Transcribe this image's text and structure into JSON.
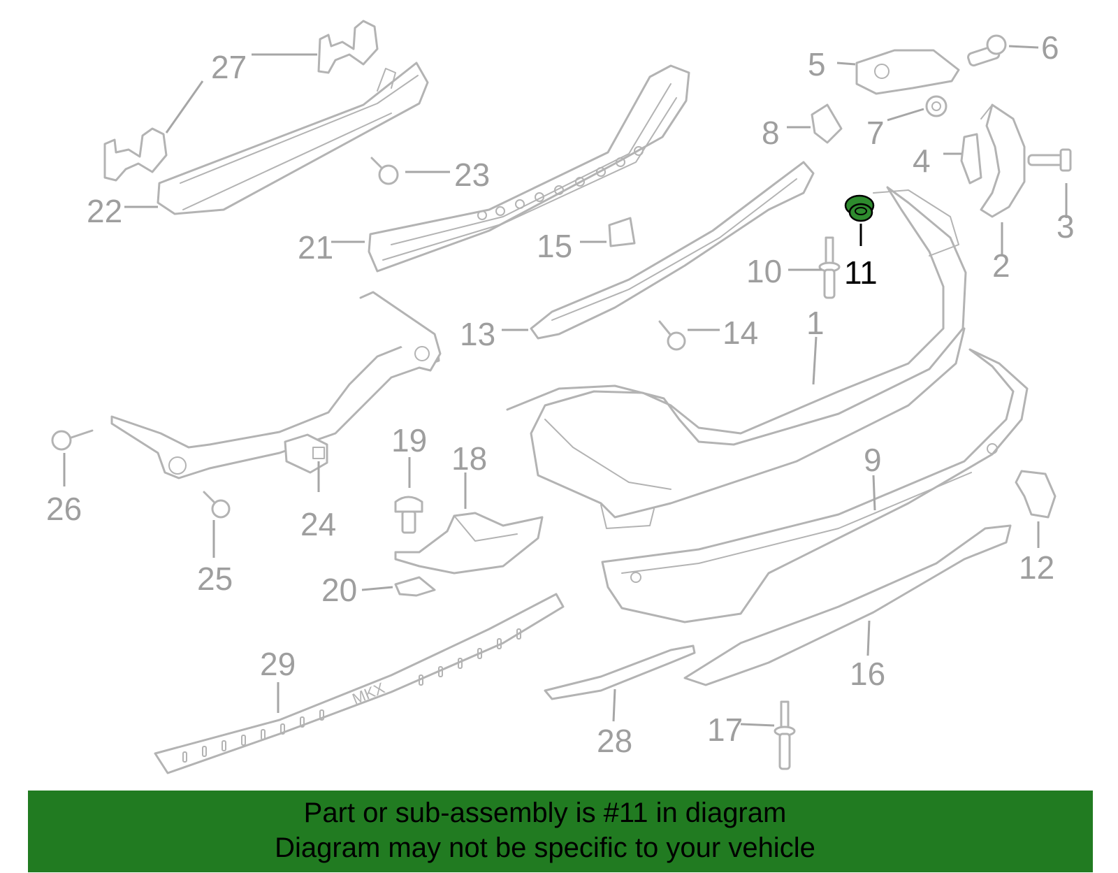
{
  "diagram": {
    "highlight_part": "11",
    "highlight_color": "#2e8b2e",
    "callouts": [
      "1",
      "2",
      "3",
      "4",
      "5",
      "6",
      "7",
      "8",
      "9",
      "10",
      "11",
      "12",
      "13",
      "14",
      "15",
      "16",
      "17",
      "18",
      "19",
      "20",
      "21",
      "22",
      "23",
      "24",
      "25",
      "26",
      "27",
      "28",
      "29"
    ],
    "badge_text": "MKX"
  },
  "banner": {
    "line1": "Part or sub-assembly is #11 in diagram",
    "line2": "Diagram may not be specific to your vehicle",
    "background": "#217b21"
  }
}
